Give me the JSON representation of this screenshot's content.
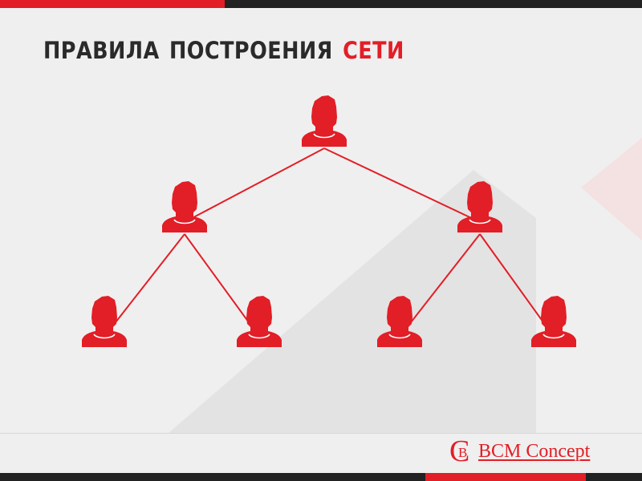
{
  "title": {
    "word1": "ПРАВИЛА",
    "word2": "ПОСТРОЕНИЯ",
    "accent": "СЕТИ"
  },
  "brand": {
    "mark": "C",
    "mark_inner": "B",
    "name": "BCM Concept"
  },
  "diagram": {
    "nodes": [
      {
        "id": "top",
        "level": 0,
        "icon": "person-icon"
      },
      {
        "id": "mid-left",
        "level": 1,
        "icon": "person-icon"
      },
      {
        "id": "mid-right",
        "level": 1,
        "icon": "person-icon"
      },
      {
        "id": "leaf-1",
        "level": 2,
        "icon": "person-icon"
      },
      {
        "id": "leaf-2",
        "level": 2,
        "icon": "person-icon"
      },
      {
        "id": "leaf-3",
        "level": 2,
        "icon": "person-icon"
      },
      {
        "id": "leaf-4",
        "level": 2,
        "icon": "person-icon"
      }
    ],
    "edges": [
      {
        "from": "top",
        "to": "mid-left"
      },
      {
        "from": "top",
        "to": "mid-right"
      },
      {
        "from": "mid-left",
        "to": "leaf-1"
      },
      {
        "from": "mid-left",
        "to": "leaf-2"
      },
      {
        "from": "mid-right",
        "to": "leaf-3"
      },
      {
        "from": "mid-right",
        "to": "leaf-4"
      }
    ]
  },
  "colors": {
    "accent": "#e21e26",
    "dark": "#222222",
    "background": "#efefef"
  }
}
